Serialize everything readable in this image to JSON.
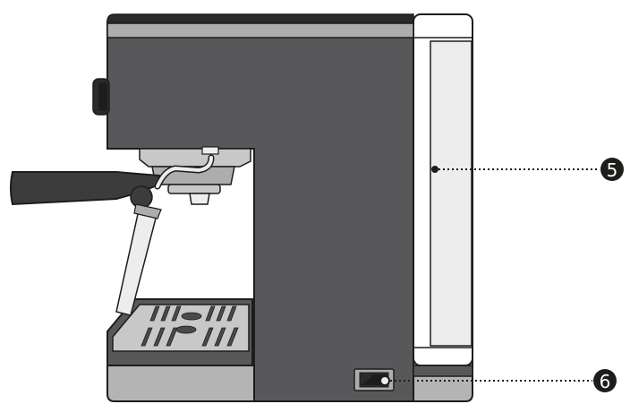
{
  "diagram": {
    "callouts": [
      {
        "number": "5",
        "part": "water-tank"
      },
      {
        "number": "6",
        "part": "power-switch"
      }
    ],
    "colors": {
      "body": "#58585a",
      "body_outline": "#1d1d1b",
      "top_strip": "#adadad",
      "top_edge": "#2b2b2b",
      "base": "#b4b4b4",
      "tank_frame": "#ffffff",
      "tank_inner": "#ededed",
      "handle": "#3c3c3c",
      "callout_fill": "#1d1d1b",
      "tray_light": "#c8c8c8",
      "tray_dark": "#4a4a4a"
    }
  }
}
